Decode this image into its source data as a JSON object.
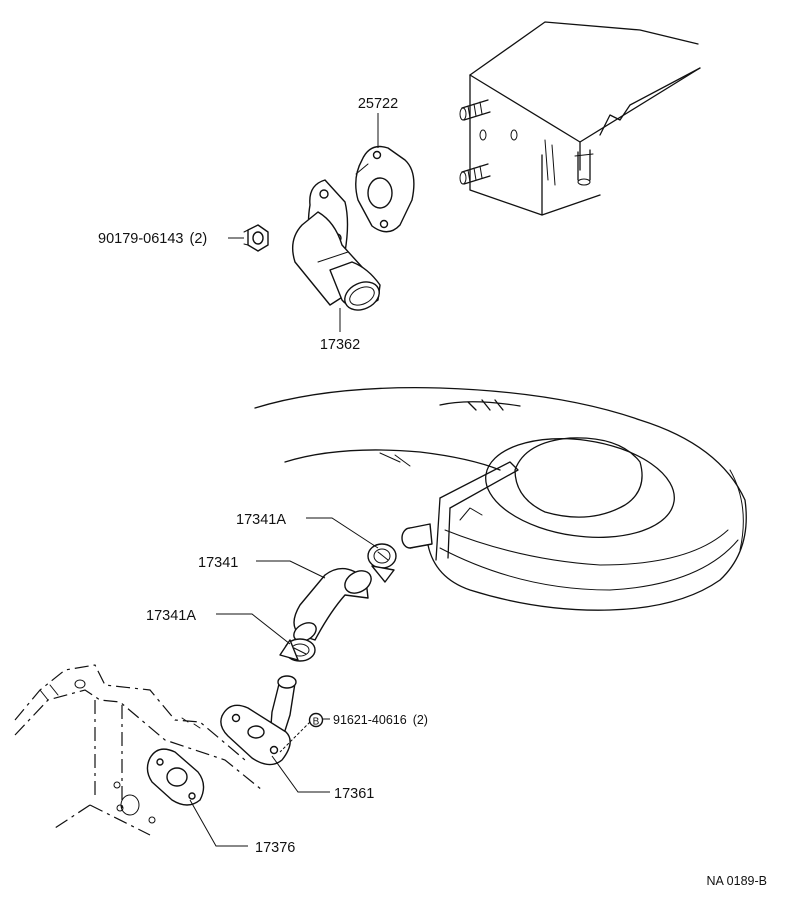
{
  "parts": {
    "gasket_top": "25722",
    "nut": "90179-06143",
    "nut_qty": "(2)",
    "pipe_top": "17362",
    "clamp_upper": "17341A",
    "hose": "17341",
    "clamp_lower": "17341A",
    "bolt": "91621-40616",
    "bolt_qty": "(2)",
    "bolt_marker": "B",
    "pipe_lower": "17361",
    "gasket_lower": "17376"
  },
  "drawing_code": "NA 0189-B"
}
